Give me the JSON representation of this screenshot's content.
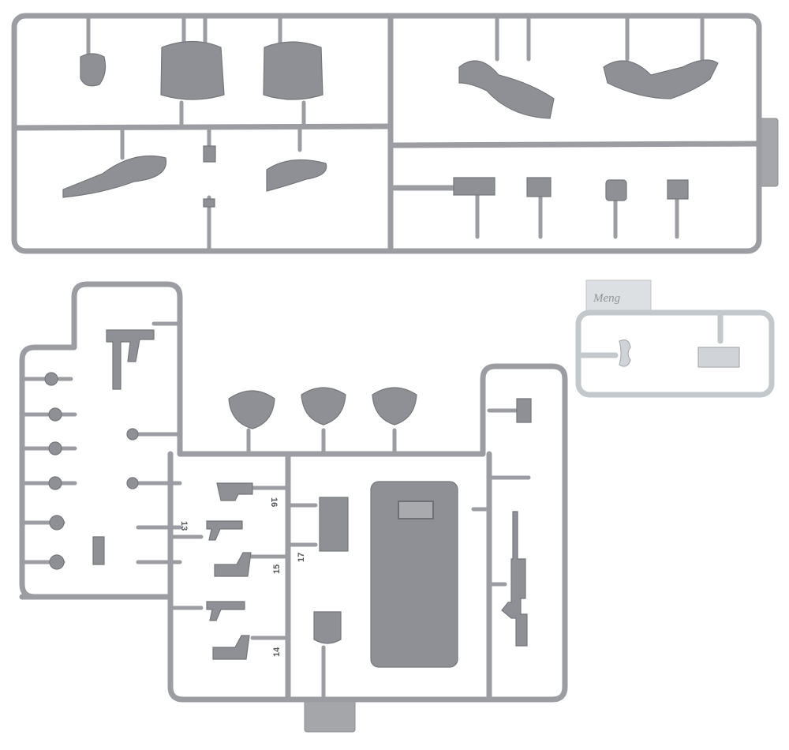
{
  "part_numbers": {
    "n13": "13",
    "n14": "14",
    "n15": "15",
    "n16": "16",
    "n17": "17"
  },
  "clear_sprue": {
    "logo": "Meng"
  },
  "colors": {
    "plastic": "#9b9da2",
    "clear_plastic": "#c3c8cc",
    "background": "#ffffff"
  }
}
